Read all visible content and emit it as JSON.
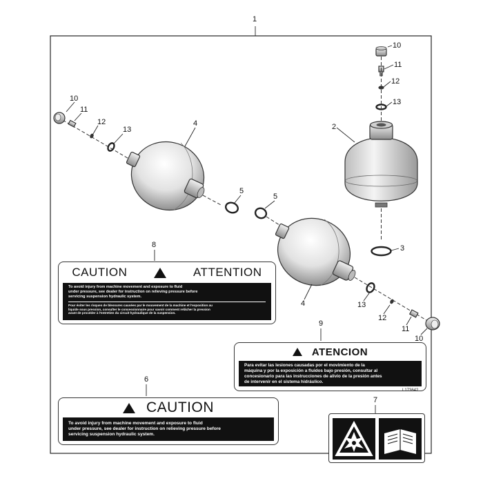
{
  "callouts": {
    "c1": "1",
    "c2": "2",
    "c3": "3",
    "c4a": "4",
    "c4b": "4",
    "c5a": "5",
    "c5b": "5",
    "c6": "6",
    "c7": "7",
    "c8": "8",
    "c9": "9",
    "c10a": "10",
    "c10b": "10",
    "c10c": "10",
    "c11a": "11",
    "c11b": "11",
    "c11c": "11",
    "c12a": "12",
    "c12b": "12",
    "c12c": "12",
    "c13a": "13",
    "c13b": "13",
    "c13c": "13"
  },
  "decal_8": {
    "caution": "CAUTION",
    "attention": "ATTENTION",
    "english_1": "To avoid injury from machine movement and exposure to fluid",
    "english_2": "under pressure, see dealer for instruction on relieving pressure before",
    "english_3": "servicing suspension hydraulic system.",
    "french_1": "Pour éviter les risques de blessures causées par le mouvement de la machine et l'exposition au",
    "french_2": "liquide sous pression, consulter le concessionnaire pour savoir comment relâcher la pression",
    "french_3": "avant de procéder à l'entretien du circuit hydraulique de la suspension."
  },
  "decal_9": {
    "atencion": "ATENCION",
    "spanish_1": "Para evitar las lesiones causadas por el movimiento de la",
    "spanish_2": "máquina y por la exposición a fluidos bajo presión, consultar al",
    "spanish_3": "concesionario para las instrucciones de alivio de la presión antes",
    "spanish_4": "de intervenir en el sistema hidráulico."
  },
  "decal_6": {
    "caution": "CAUTION",
    "line_1": "To avoid injury from machine movement and exposure to fluid",
    "line_2": "under pressure, see dealer for instruction on relieving pressure before",
    "line_3": "servicing suspension hydraulic system."
  },
  "figure_id": "L173642",
  "colors": {
    "ink": "#111111",
    "line": "#222222",
    "paper": "#ffffff"
  },
  "icons": [
    "warning-triangle-icon",
    "explosion-hazard-icon",
    "operator-manual-icon"
  ]
}
